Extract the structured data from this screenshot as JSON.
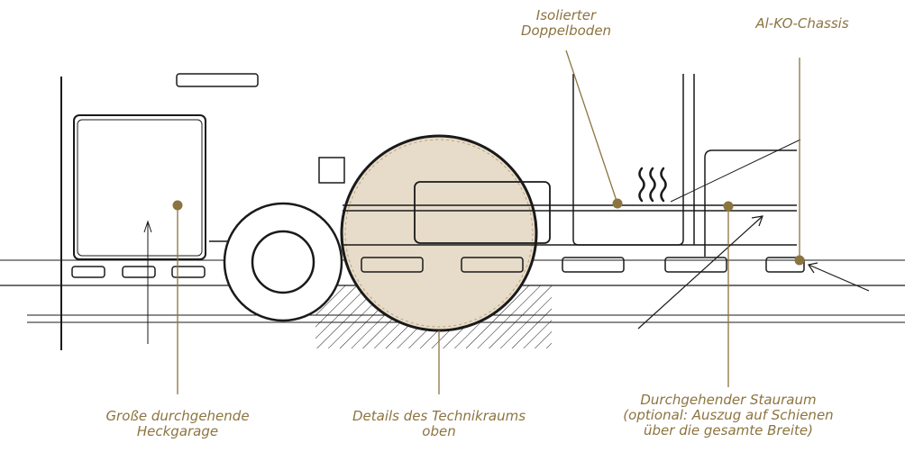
{
  "colors": {
    "accent": "#8c7440",
    "sketch": "#1a1a1a",
    "highlight_fill": "#e7dcc9"
  },
  "labels": {
    "isolierter_doppelboden": [
      "Isolierter",
      "Doppelboden"
    ],
    "al_ko_chassis": [
      "Al-KO-Chassis"
    ],
    "heckgarage": [
      "Große durchgehende",
      "Heckgarage"
    ],
    "technikraum": [
      "Details des Technikraums",
      "oben"
    ],
    "stauraum": [
      "Durchgehender Stauraum",
      "(optional: Auszug auf Schienen",
      "über die gesamte Breite)"
    ]
  }
}
